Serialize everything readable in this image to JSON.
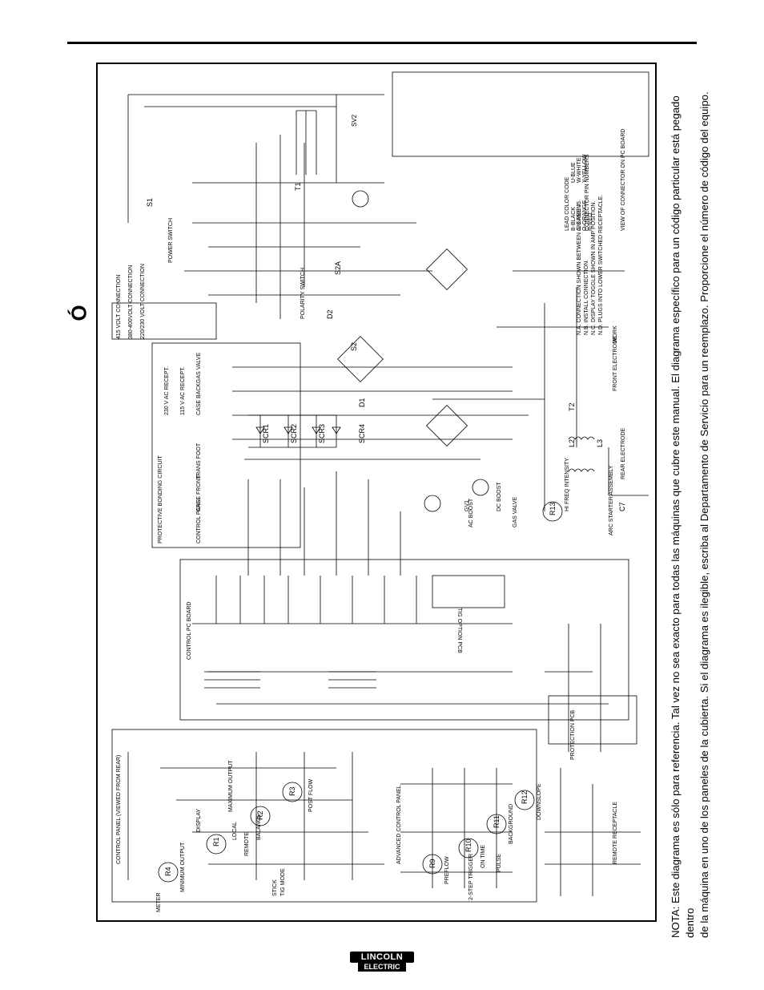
{
  "header": {
    "mark": "Ó"
  },
  "diagram": {
    "panels": {
      "control_panel": "CONTROL PANEL (VIEWED FROM REAR)",
      "control_pc_board": "CONTROL PC BOARD",
      "protective_bonding": "PROTECTIVE BONDING CIRCUIT",
      "tig_option": "TIG OPTION PCB",
      "advanced_control": "ADVANCED CONTROL PANEL",
      "protection_pcb": "PROTECTION PCB"
    },
    "components": {
      "scr1": "SCR1",
      "scr2": "SCR2",
      "scr3": "SCR3",
      "scr4": "SCR4",
      "d1": "D1",
      "d2": "D2",
      "s1": "S1",
      "s2": "S2",
      "s2a": "S2A",
      "t1": "T1",
      "t2": "T2",
      "l2": "L2",
      "l3": "L3",
      "r1": "R1",
      "r2": "R2",
      "r3": "R3",
      "r4": "R4",
      "r9": "R9",
      "r10": "R10",
      "r11": "R11",
      "r12": "R12",
      "r13": "R13",
      "c7": "C7",
      "gv1": "GV1",
      "sv2": "SV2",
      "meter": "METER",
      "display": "DISPLAY",
      "polarity_switch": "POLARITY SWITCH",
      "power_switch": "POWER SWITCH",
      "work": "WORK",
      "front_electrode": "FRONT ELECTRODE",
      "rear_electrode": "REAR ELECTRODE",
      "gas_valve": "GAS VALVE",
      "remote_receptacle": "REMOTE RECEPTACLE",
      "ac_boost": "AC BOOST",
      "dc_boost": "DC BOOST",
      "tig_mode": "TIG MODE",
      "stick": "STICK",
      "balance": "BALANCE",
      "local": "LOCAL",
      "remote": "REMOTE",
      "post_flow": "POST FLOW",
      "maximum_output": "MAXIMUM OUTPUT",
      "minimum_output": "MINIMUM OUTPUT",
      "downslope": "DOWNSLOPE",
      "background": "BACKGROUND",
      "on_time": "ON TIME",
      "pulse": "PULSE",
      "preflow": "PREFLOW",
      "two_step_trigger": "2-STEP TRIGGER",
      "hi_freq_intensity": "HI FREQ INTENSITY",
      "arc_starter": "ARC STARTER ASSEMBLY"
    },
    "connection_notes": [
      "415 VOLT CONNECTION",
      "380-400VOLT CONNECTION",
      "220/230 VOLT CONNECTION"
    ],
    "bonding_items": [
      "CONTROL PANEL",
      "CASE FRONT",
      "TRANS FOOT",
      "CASE BACK",
      "GAS VALVE",
      "230 V AC RECEPT.",
      "115 V AC RECEPT."
    ],
    "nb_notes": [
      "N.A. CONNECTION SHOWN BETWEEN J23 AND J5.",
      "N.B. INSTALL CONNECTION.",
      "N.C. DISPLAY TOGGLE SHOWN IN AMP POSITION.",
      "N.D. PLUGS INTO LOWER SWITCHED RECEPTACLE."
    ],
    "legend_titles": {
      "colors": "LEAD COLOR CODE",
      "connector": "CONNECTOR PIN NUMBERS",
      "view": "VIEW OF CONNECTOR ON PC BOARD"
    },
    "lead_colors": [
      "B-BLACK",
      "G-GREEN",
      "O-ORANGE",
      "R-RED",
      "U-BLUE",
      "W-WHITE",
      "Y-YELLOW"
    ]
  },
  "note": {
    "line1": "NOTA: Este diagrama es sólo para referencia. Tal vez no sea exacto para todas las máquinas que cubre este manual.  El diagrama específico para un código particular está pegado dentro",
    "line2": "de la máquina en uno de los paneles de la cubierta. Si el diagrama es ilegible, escriba al Departamento de Servicio para un reemplazo. Proporcione el número de código del equipo."
  },
  "logo": {
    "top": "LINCOLN",
    "bottom": "ELECTRIC"
  }
}
